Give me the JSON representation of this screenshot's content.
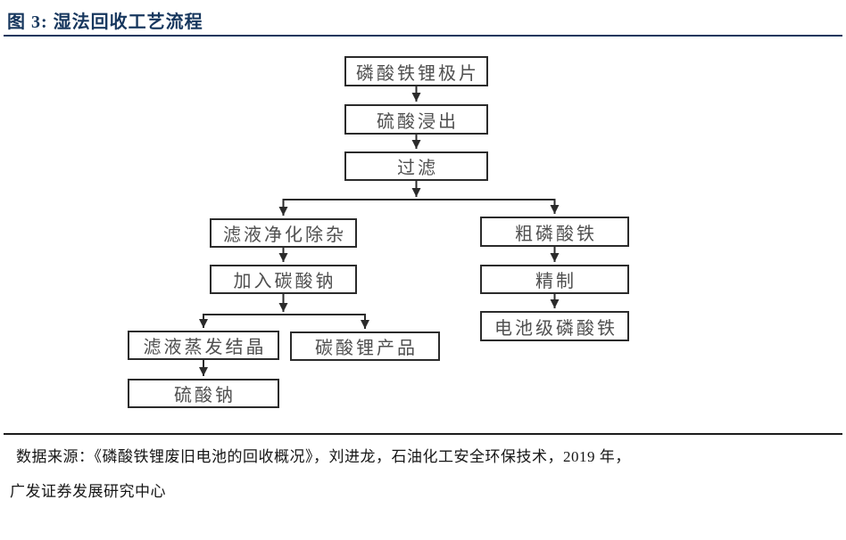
{
  "figure": {
    "title": "图 3: 湿法回收工艺流程"
  },
  "flowchart": {
    "type": "flowchart",
    "nodes": [
      {
        "id": "lfp-electrode-sheet",
        "label": "磷酸铁锂极片"
      },
      {
        "id": "sulfuric-acid-leaching",
        "label": "硫酸浸出"
      },
      {
        "id": "filtration",
        "label": "过滤"
      },
      {
        "id": "filtrate-purification",
        "label": "滤液净化除杂"
      },
      {
        "id": "crude-iron-phosphate",
        "label": "粗磷酸铁"
      },
      {
        "id": "add-sodium-carbonate",
        "label": "加入碳酸钠"
      },
      {
        "id": "refining",
        "label": "精制"
      },
      {
        "id": "filtrate-evaporation-crystallization",
        "label": "滤液蒸发结晶"
      },
      {
        "id": "lithium-carbonate-product",
        "label": "碳酸锂产品"
      },
      {
        "id": "battery-grade-iron-phosphate",
        "label": "电池级磷酸铁"
      },
      {
        "id": "sodium-sulfate",
        "label": "硫酸钠"
      }
    ],
    "edges": [
      {
        "from": "lfp-electrode-sheet",
        "to": "sulfuric-acid-leaching"
      },
      {
        "from": "sulfuric-acid-leaching",
        "to": "filtration"
      },
      {
        "from": "filtration",
        "to": "filtrate-purification"
      },
      {
        "from": "filtration",
        "to": "crude-iron-phosphate"
      },
      {
        "from": "filtrate-purification",
        "to": "add-sodium-carbonate"
      },
      {
        "from": "add-sodium-carbonate",
        "to": "filtrate-evaporation-crystallization"
      },
      {
        "from": "add-sodium-carbonate",
        "to": "lithium-carbonate-product"
      },
      {
        "from": "filtrate-evaporation-crystallization",
        "to": "sodium-sulfate"
      },
      {
        "from": "crude-iron-phosphate",
        "to": "refining"
      },
      {
        "from": "refining",
        "to": "battery-grade-iron-phosphate"
      }
    ]
  },
  "footer": {
    "source_line1": "数据来源：《磷酸铁锂废旧电池的回收概况》，刘进龙，石油化工安全环保技术，2019 年，",
    "source_line2": "广发证券发展研究中心"
  },
  "colors": {
    "title_accent": "#17375e",
    "diagram_line": "#2b2b2b",
    "footer_rule": "#1c1c1c"
  }
}
